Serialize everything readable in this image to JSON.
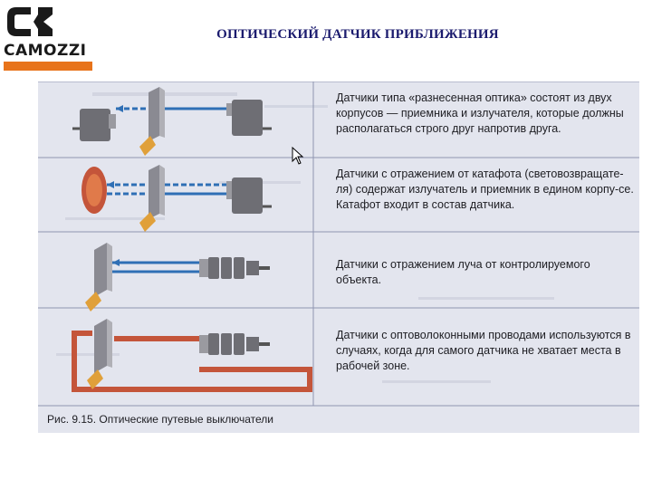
{
  "header": {
    "logo_word": "CAMOZZI",
    "title": "ОПТИЧЕСКИЙ ДАТЧИК ПРИБЛИЖЕНИЯ"
  },
  "colors": {
    "logo_orange": "#e8731a",
    "beam_blue": "#2f6fb5",
    "fiber_red": "#c4553a",
    "housing_gray": "#6e6e74",
    "target_orange": "#e0a03a",
    "panel_bg": "#e3e5ee"
  },
  "figure": {
    "rows": [
      {
        "type": "through-beam",
        "text": "Датчики типа «разнесенная оптика» состоят из двух корпусов — приемника и излучателя, которые должны располагаться строго друг напротив друга."
      },
      {
        "type": "retro-reflective",
        "text": "Датчики с отражением от катафота (световозвращате-ля) содержат излучатель и приемник в едином корпу-се. Катафот входит в состав датчика."
      },
      {
        "type": "diffuse",
        "text": "Датчики с отражением луча от контролируемого объекта."
      },
      {
        "type": "fiber-optic",
        "text": "Датчики с оптоволоконными проводами используются в случаях, когда для самого датчика не хватает места в рабочей зоне."
      }
    ],
    "caption": "Рис. 9.15. Оптические путевые выключатели"
  }
}
